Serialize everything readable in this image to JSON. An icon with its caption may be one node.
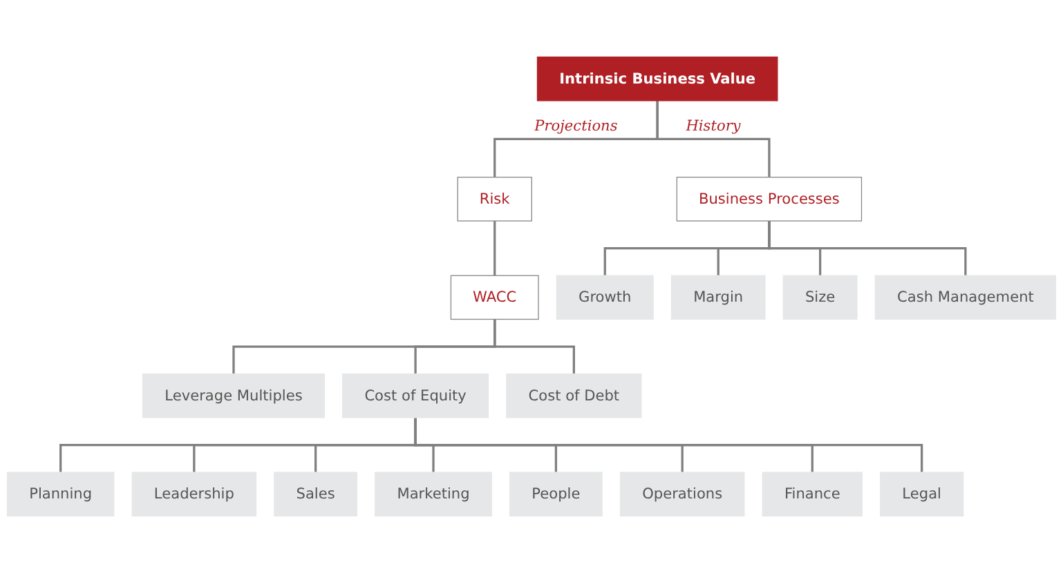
{
  "diagram": {
    "nodes": [
      {
        "text": [
          "Intrinsic Business Value"
        ]
      },
      {
        "text": [
          "Business Processes"
        ]
      },
      {
        "text": [
          "Risk"
        ]
      },
      {
        "text": [
          "WACC"
        ]
      },
      {
        "text": [
          "Growth"
        ]
      },
      {
        "text": [
          "Margin"
        ]
      },
      {
        "text": [
          "Size"
        ]
      },
      {
        "text": [
          "Cash Management"
        ]
      },
      {
        "text": [
          "Leverage Multiples"
        ]
      },
      {
        "text": [
          "Cost of Equity"
        ]
      },
      {
        "text": [
          "Cost of Debt"
        ]
      },
      {
        "text": [
          "Planning"
        ]
      },
      {
        "text": [
          "Leadership"
        ]
      },
      {
        "text": [
          "Sales"
        ]
      },
      {
        "text": [
          "Marketing"
        ]
      },
      {
        "text": [
          "People"
        ]
      },
      {
        "text": [
          "Operations"
        ]
      },
      {
        "text": [
          "Finance"
        ]
      },
      {
        "text": [
          "Legal"
        ]
      }
    ],
    "edges": [
      {
        "from": 0,
        "to": 1,
        "arrow": "none",
        "label": "History"
      },
      {
        "from": 0,
        "to": 2,
        "arrow": "none",
        "label": "Projections"
      },
      {
        "from": 1,
        "to": 4,
        "arrow": "none"
      },
      {
        "from": 1,
        "to": 5,
        "arrow": "none"
      },
      {
        "from": 1,
        "to": 6,
        "arrow": "none"
      },
      {
        "from": 1,
        "to": 7,
        "arrow": "none"
      },
      {
        "from": 2,
        "to": 3,
        "arrow": "none"
      },
      {
        "from": 3,
        "to": 8,
        "arrow": "none"
      },
      {
        "from": 3,
        "to": 9,
        "arrow": "none"
      },
      {
        "from": 3,
        "to": 10,
        "arrow": "none"
      },
      {
        "from": 9,
        "to": 11,
        "arrow": "none"
      },
      {
        "from": 9,
        "to": 12,
        "arrow": "none"
      },
      {
        "from": 9,
        "to": 13,
        "arrow": "none"
      },
      {
        "from": 9,
        "to": 14,
        "arrow": "none"
      },
      {
        "from": 9,
        "to": 15,
        "arrow": "none"
      },
      {
        "from": 9,
        "to": 16,
        "arrow": "none"
      },
      {
        "from": 9,
        "to": 17,
        "arrow": "none"
      },
      {
        "from": 9,
        "to": 18,
        "arrow": "none"
      }
    ]
  }
}
